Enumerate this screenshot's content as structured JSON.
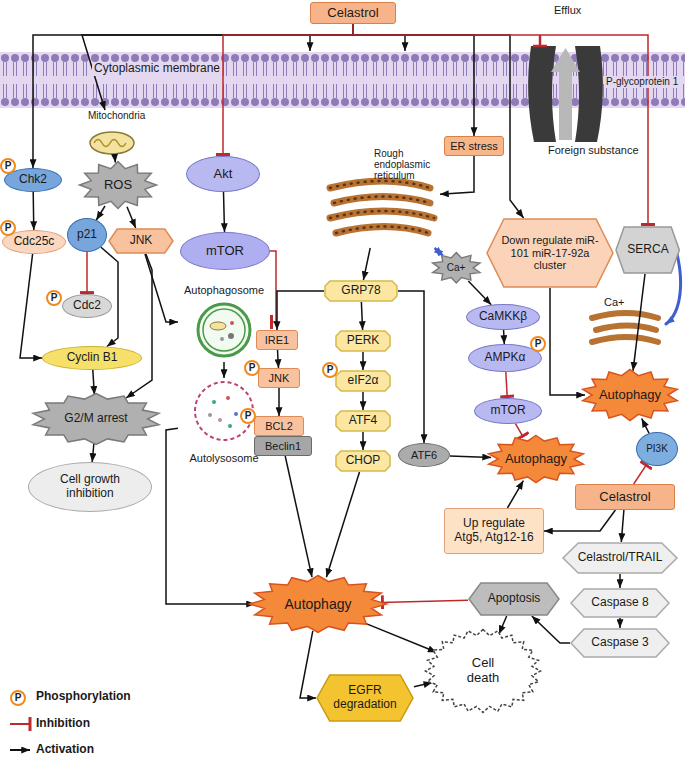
{
  "diagram": {
    "nodes": [
      {
        "text": [
          "Celastrol"
        ]
      },
      {
        "text": [
          "Mitochondria"
        ]
      },
      {
        "text": [
          "Chk2"
        ]
      },
      {
        "text": [
          "Cdc25c"
        ]
      },
      {
        "text": [
          "ROS"
        ]
      },
      {
        "text": [
          "p21"
        ]
      },
      {
        "text": [
          "JNK"
        ]
      },
      {
        "text": [
          "Cdc2"
        ]
      },
      {
        "text": [
          "Cyclin B1"
        ]
      },
      {
        "text": [
          "G2/M arrest"
        ]
      },
      {
        "text": [
          "Cell growth inhibition"
        ]
      },
      {
        "text": [
          "Akt"
        ]
      },
      {
        "text": [
          "mTOR"
        ]
      },
      {
        "text": [
          "Autophagosome"
        ]
      },
      {
        "text": [
          "Autolysosome"
        ]
      },
      {
        "text": [
          "ER stress"
        ]
      },
      {
        "text": [
          "Rough endoplasmic reticulum"
        ]
      },
      {
        "text": [
          "Ca+"
        ]
      },
      {
        "text": [
          "GRP78"
        ]
      },
      {
        "text": [
          "IRE1"
        ]
      },
      {
        "text": [
          "PERK"
        ]
      },
      {
        "text": [
          "JNK"
        ]
      },
      {
        "text": [
          "eIF2α"
        ]
      },
      {
        "text": [
          "BCL2"
        ]
      },
      {
        "text": [
          "Beclin1"
        ]
      },
      {
        "text": [
          "ATF4"
        ]
      },
      {
        "text": [
          "CHOP"
        ]
      },
      {
        "text": [
          "ATF6"
        ]
      },
      {
        "text": [
          "CaMKKβ"
        ]
      },
      {
        "text": [
          "AMPKα"
        ]
      },
      {
        "text": [
          "mTOR"
        ]
      },
      {
        "text": [
          "Autophagy"
        ]
      },
      {
        "text": [
          "Down regulate miR-101 miR-17-92a cluster"
        ]
      },
      {
        "text": [
          "SERCA"
        ]
      },
      {
        "text": [
          "Autophagy"
        ]
      },
      {
        "text": [
          "PI3K"
        ]
      },
      {
        "text": [
          "Celastrol"
        ]
      },
      {
        "text": [
          "Up regulate Atg5, Atg12-16"
        ]
      },
      {
        "text": [
          "Celastrol/TRAIL"
        ]
      },
      {
        "text": [
          "Caspase 8"
        ]
      },
      {
        "text": [
          "Caspase 3"
        ]
      },
      {
        "text": [
          "Apoptosis"
        ]
      },
      {
        "text": [
          "Autophagy"
        ]
      },
      {
        "text": [
          "EGFR degradation"
        ]
      },
      {
        "text": [
          "Cell death"
        ]
      }
    ],
    "edges": [
      {
        "from": 0,
        "to": 2,
        "arrow": "to"
      },
      {
        "from": 0,
        "to": 1,
        "arrow": "to"
      },
      {
        "from": 1,
        "to": 4,
        "arrow": "to"
      },
      {
        "from": 0,
        "to": 11,
        "arrow": "to"
      },
      {
        "from": 0,
        "to": 15,
        "arrow": "to"
      },
      {
        "from": 0,
        "to": 32,
        "arrow": "to"
      },
      {
        "from": 0,
        "to": 33,
        "arrow": "to"
      },
      {
        "from": 2,
        "to": 3,
        "arrow": "to"
      },
      {
        "from": 3,
        "to": 8,
        "arrow": "to"
      },
      {
        "from": 4,
        "to": 5,
        "arrow": "to"
      },
      {
        "from": 4,
        "to": 6,
        "arrow": "to"
      },
      {
        "from": 5,
        "to": 7,
        "arrow": "to"
      },
      {
        "from": 5,
        "to": 8,
        "arrow": "to"
      },
      {
        "from": 6,
        "to": 9,
        "arrow": "to"
      },
      {
        "from": 6,
        "to": 13,
        "arrow": "to"
      },
      {
        "from": 8,
        "to": 9,
        "arrow": "to"
      },
      {
        "from": 9,
        "to": 10,
        "arrow": "to"
      },
      {
        "from": 11,
        "to": 12,
        "arrow": "to"
      },
      {
        "from": 12,
        "to": 13,
        "arrow": "to"
      },
      {
        "from": 13,
        "to": 14,
        "arrow": "to"
      },
      {
        "from": 14,
        "to": 42,
        "arrow": "to"
      },
      {
        "from": 15,
        "to": 16,
        "arrow": "to"
      },
      {
        "from": 16,
        "to": 17,
        "arrow": "both"
      },
      {
        "from": 16,
        "to": 18,
        "arrow": "to"
      },
      {
        "from": 17,
        "to": 28,
        "arrow": "to"
      },
      {
        "from": 28,
        "to": 29,
        "arrow": "to"
      },
      {
        "from": 29,
        "to": 30,
        "arrow": "to"
      },
      {
        "from": 30,
        "to": 31,
        "arrow": "to"
      },
      {
        "from": 18,
        "to": 19,
        "arrow": "to"
      },
      {
        "from": 18,
        "to": 20,
        "arrow": "to"
      },
      {
        "from": 18,
        "to": 27,
        "arrow": "to"
      },
      {
        "from": 19,
        "to": 21,
        "arrow": "to"
      },
      {
        "from": 21,
        "to": 23,
        "arrow": "to"
      },
      {
        "from": 20,
        "to": 22,
        "arrow": "to"
      },
      {
        "from": 22,
        "to": 25,
        "arrow": "to"
      },
      {
        "from": 25,
        "to": 26,
        "arrow": "to"
      },
      {
        "from": 26,
        "to": 42,
        "arrow": "to"
      },
      {
        "from": 24,
        "to": 42,
        "arrow": "to"
      },
      {
        "from": 27,
        "to": 31,
        "arrow": "to"
      },
      {
        "from": 32,
        "to": 34,
        "arrow": "to"
      },
      {
        "from": 33,
        "to": 34,
        "arrow": "to"
      },
      {
        "from": 35,
        "to": 34,
        "arrow": "to"
      },
      {
        "from": 36,
        "to": 35,
        "arrow": "to"
      },
      {
        "from": 36,
        "to": 37,
        "arrow": "to"
      },
      {
        "from": 37,
        "to": 31,
        "arrow": "to"
      },
      {
        "from": 36,
        "to": 38,
        "arrow": "to"
      },
      {
        "from": 38,
        "to": 39,
        "arrow": "to"
      },
      {
        "from": 39,
        "to": 40,
        "arrow": "to"
      },
      {
        "from": 40,
        "to": 41,
        "arrow": "to"
      },
      {
        "from": 41,
        "to": 42,
        "arrow": "to"
      },
      {
        "from": 41,
        "to": 44,
        "arrow": "to"
      },
      {
        "from": 42,
        "to": 43,
        "arrow": "to"
      },
      {
        "from": 42,
        "to": 44,
        "arrow": "to"
      },
      {
        "from": 43,
        "to": 44,
        "arrow": "to"
      }
    ],
    "labels": [
      "Cytoplasmic membrane",
      "Efflux",
      "Foreign substance",
      "P-glycoprotein 1",
      "Ca+",
      "P",
      "P",
      "P",
      "P",
      "P",
      "P",
      "P",
      "P"
    ],
    "legend": [
      {
        "text": "Phosphorylation"
      },
      {
        "text": "Inhibition"
      },
      {
        "text": "Activation"
      }
    ]
  }
}
